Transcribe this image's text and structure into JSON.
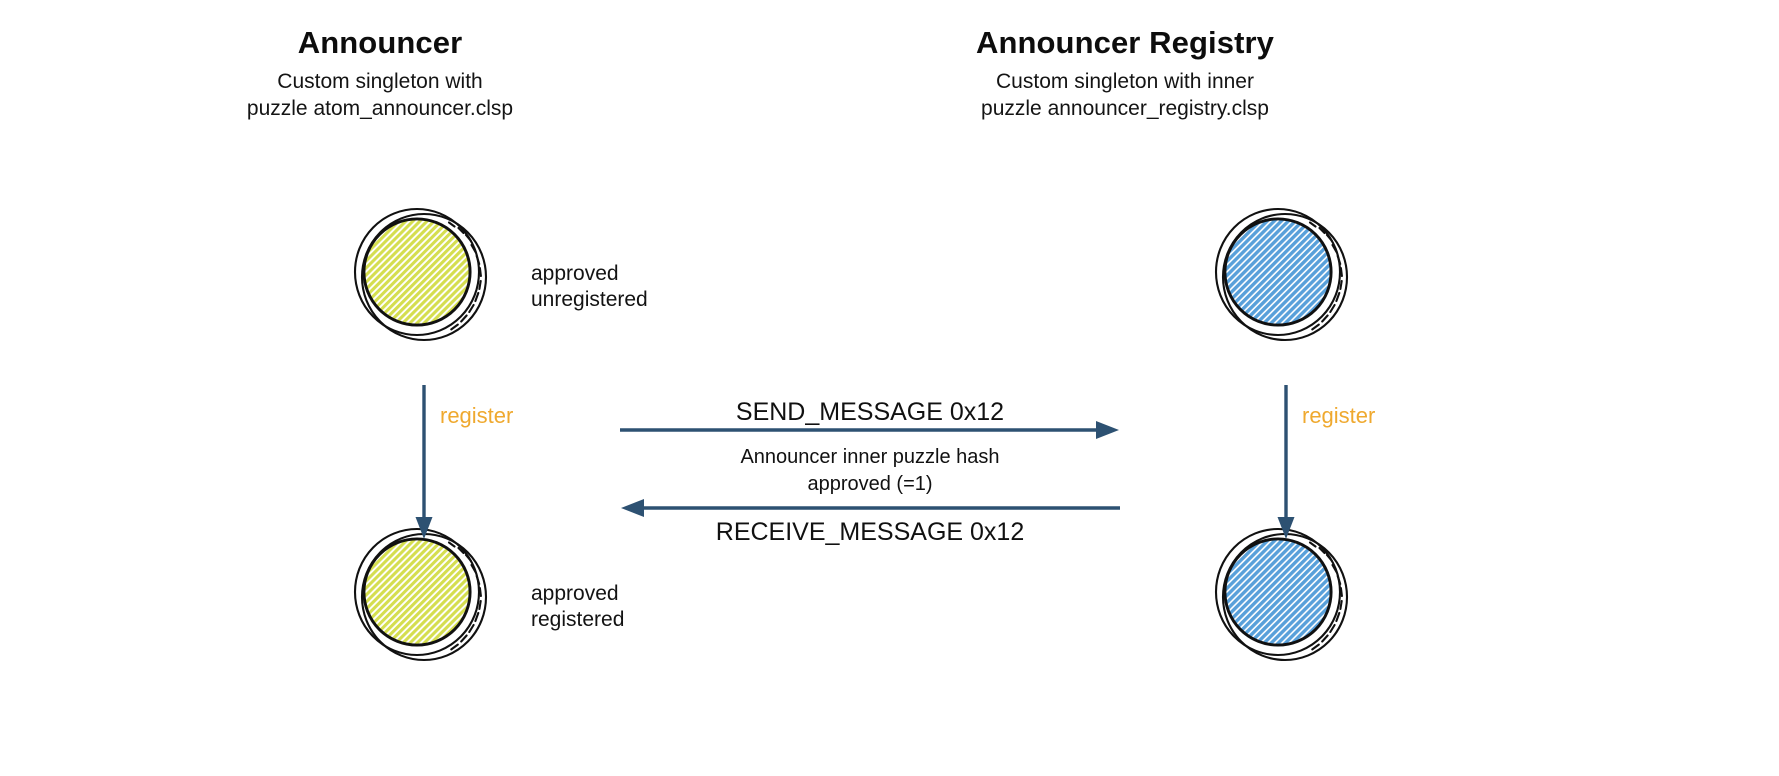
{
  "colors": {
    "arrow": "#2d5172",
    "register_text": "#efa92f",
    "coin_announcer_fill": "#d5de4f",
    "coin_registry_fill": "#58a0da",
    "coin_outline": "#111111",
    "background": "#ffffff",
    "text": "#111111"
  },
  "columns": {
    "announcer": {
      "title": "Announcer",
      "subtitle_line1": "Custom singleton with",
      "subtitle_line2": "puzzle atom_announcer.clsp"
    },
    "registry": {
      "title": "Announcer Registry",
      "subtitle_line1": "Custom singleton with inner",
      "subtitle_line2": "puzzle announcer_registry.clsp"
    }
  },
  "coins": {
    "announcer_top": {
      "icon": "coin-icon",
      "state_line1": "approved",
      "state_line2": "unregistered"
    },
    "announcer_bottom": {
      "icon": "coin-icon",
      "state_line1": "approved",
      "state_line2": "registered"
    },
    "registry_top": {
      "icon": "coin-icon"
    },
    "registry_bottom": {
      "icon": "coin-icon"
    }
  },
  "transitions": {
    "announcer_register_label": "register",
    "registry_register_label": "register"
  },
  "messages": {
    "send": {
      "label": "SEND_MESSAGE 0x12",
      "direction": "right"
    },
    "detail_line1": "Announcer inner puzzle hash",
    "detail_line2": "approved (=1)",
    "receive": {
      "label": "RECEIVE_MESSAGE 0x12",
      "direction": "left"
    }
  }
}
